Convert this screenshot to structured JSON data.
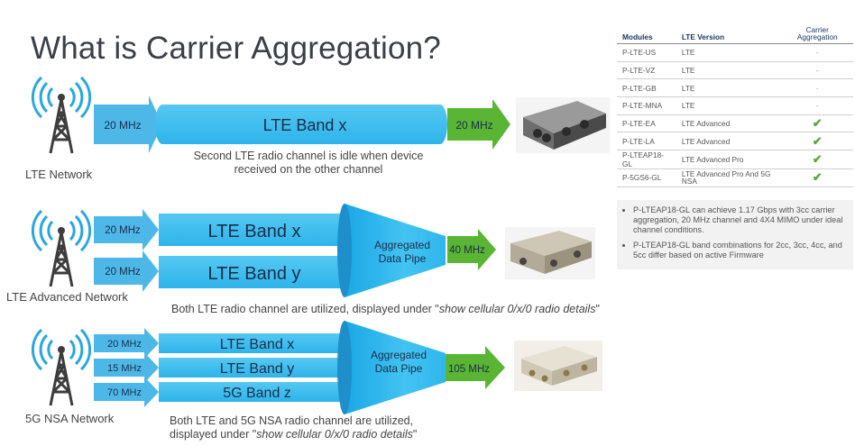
{
  "title": "What is Carrier Aggregation?",
  "table": {
    "headers": [
      "Modules",
      "LTE Version",
      "Carrier Aggregation"
    ],
    "rows": [
      {
        "module": "P-LTE-US",
        "version": "LTE",
        "ca": "-"
      },
      {
        "module": "P-LTE-VZ",
        "version": "LTE",
        "ca": "-"
      },
      {
        "module": "P-LTE-GB",
        "version": "LTE",
        "ca": "-"
      },
      {
        "module": "P-LTE-MNA",
        "version": "LTE",
        "ca": "-"
      },
      {
        "module": "P-LTE-EA",
        "version": "LTE Advanced",
        "ca": "✔"
      },
      {
        "module": "P-LTE-LA",
        "version": "LTE Advanced",
        "ca": "✔"
      },
      {
        "module": "P-LTEAP18-GL",
        "version": "LTE Advanced Pro",
        "ca": "✔"
      },
      {
        "module": "P-5GS6-GL",
        "version": "LTE Advanced Pro And 5G NSA",
        "ca": "✔"
      }
    ]
  },
  "notes": [
    "P-LTEAP18-GL can achieve 1.17 Gbps with 3cc carrier aggregation, 20 MHz channel and 4X4 MIMO under ideal channel conditions.",
    "P-LTEAP18-GL band combinations for 2cc, 3cc, 4cc, and 5cc differ based on active Firmware"
  ],
  "sections": {
    "lte": {
      "network_label": "LTE Network",
      "in_label": "20 MHz",
      "band": "LTE Band x",
      "out_label": "20 MHz",
      "caption": "Second LTE radio channel is idle when device received on the other channel"
    },
    "lte_adv": {
      "network_label": "LTE Advanced Network",
      "in_labels": [
        "20 MHz",
        "20 MHz"
      ],
      "bands": [
        "LTE Band x",
        "LTE Band y"
      ],
      "pipe_label": "Aggregated Data Pipe",
      "out_label": "40 MHz",
      "caption_pre": "Both LTE radio channel are utilized, displayed under \"",
      "caption_cmd": "show cellular 0/x/0 radio details",
      "caption_post": "\""
    },
    "nsa": {
      "network_label": "5G NSA Network",
      "in_labels": [
        "20 MHz",
        "15 MHz",
        "70 MHz"
      ],
      "bands": [
        "LTE Band x",
        "LTE Band y",
        "5G Band z"
      ],
      "pipe_label": "Aggregated Data Pipe",
      "out_label": "105 MHz",
      "caption_line1": "Both LTE and 5G NSA  radio channel are utilized,",
      "caption_pre": "displayed under \"",
      "caption_cmd": "show cellular 0/x/0 radio details",
      "caption_post": "\""
    }
  },
  "colors": {
    "arrow_blue": "#4db8e8",
    "pipe_blue": "#3fc2f0",
    "green": "#5ab534",
    "check_green": "#5aa83b",
    "antenna": "#444444",
    "radio_waves": "#2aa7dc"
  }
}
